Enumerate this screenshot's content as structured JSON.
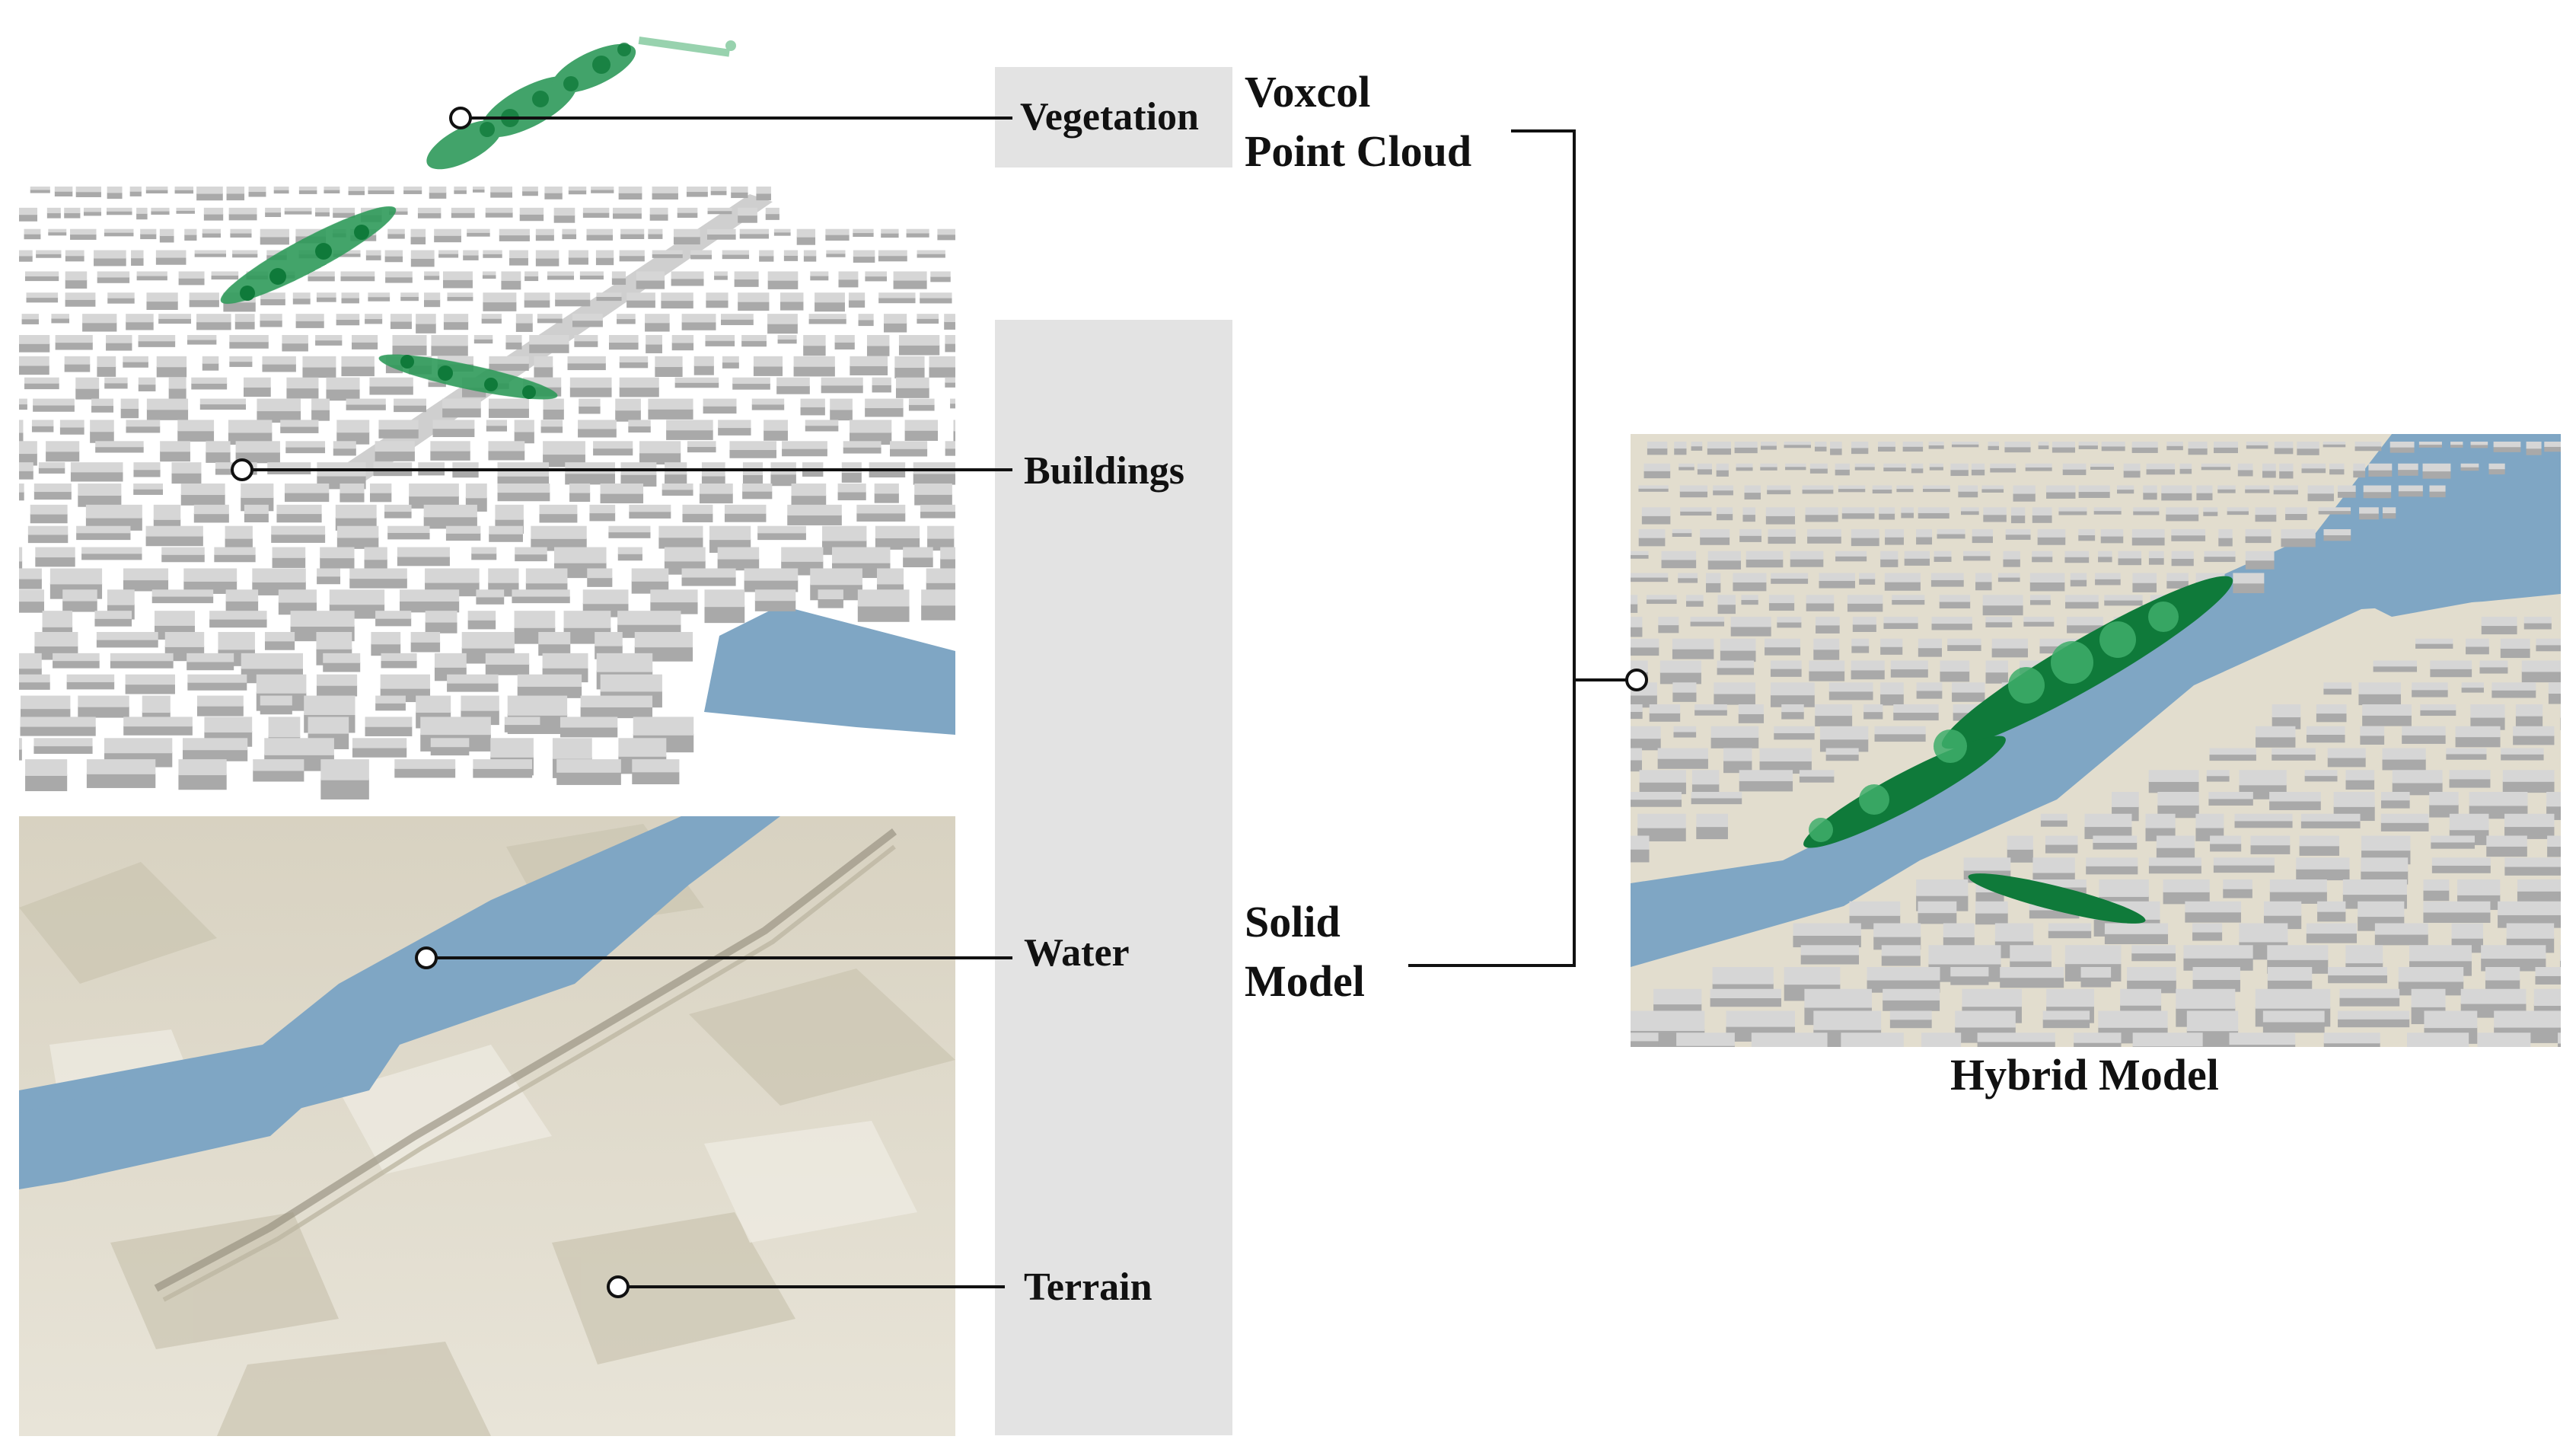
{
  "labels": {
    "vegetation": "Vegetation",
    "buildings": "Buildings",
    "water": "Water",
    "terrain": "Terrain",
    "voxcol_line1": "Voxcol",
    "voxcol_line2": "Point Cloud",
    "solid_line1": "Solid",
    "solid_line2": "Model",
    "hybrid": "Hybrid Model"
  },
  "colors": {
    "building": "#d6d6d6",
    "building_shadow": "#a9a9a9",
    "water": "#7fa6c4",
    "terrain": "#e2ddce",
    "terrain_dark": "#c9c3b2",
    "vegetation": "#2e9a5a",
    "vegetation_dark": "#0f7a3a",
    "band": "#e3e3e3",
    "line": "#111111"
  }
}
